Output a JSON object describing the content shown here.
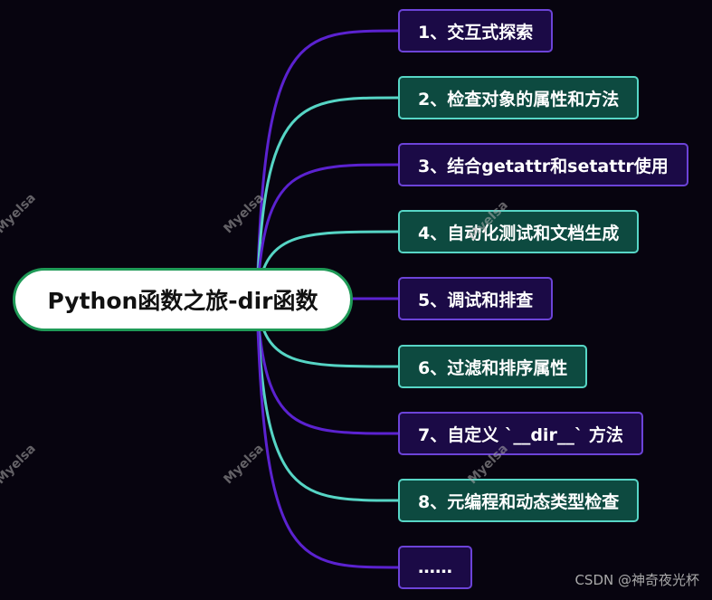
{
  "root": {
    "label": "Python函数之旅-dir函数"
  },
  "branches": [
    {
      "label": "1、交互式探索",
      "style": "purple"
    },
    {
      "label": "2、检查对象的属性和方法",
      "style": "teal"
    },
    {
      "label": "3、结合getattr和setattr使用",
      "style": "purple"
    },
    {
      "label": "4、自动化测试和文档生成",
      "style": "teal"
    },
    {
      "label": "5、调试和排查",
      "style": "purple"
    },
    {
      "label": "6、过滤和排序属性",
      "style": "teal"
    },
    {
      "label": "7、自定义 `__dir__` 方法",
      "style": "purple"
    },
    {
      "label": "8、元编程和动态类型检查",
      "style": "teal"
    },
    {
      "label": "……",
      "style": "purple"
    }
  ],
  "watermarks": [
    "Myelsa",
    "Myelsa",
    "Myelsa",
    "Myelsa",
    "Myelsa",
    "Myelsa"
  ],
  "credit": "CSDN @神奇夜光杯",
  "colors": {
    "background": "#07040f",
    "purple_line": "#5b22d0",
    "teal_line": "#56d5c5",
    "root_border": "#1f9a57"
  }
}
